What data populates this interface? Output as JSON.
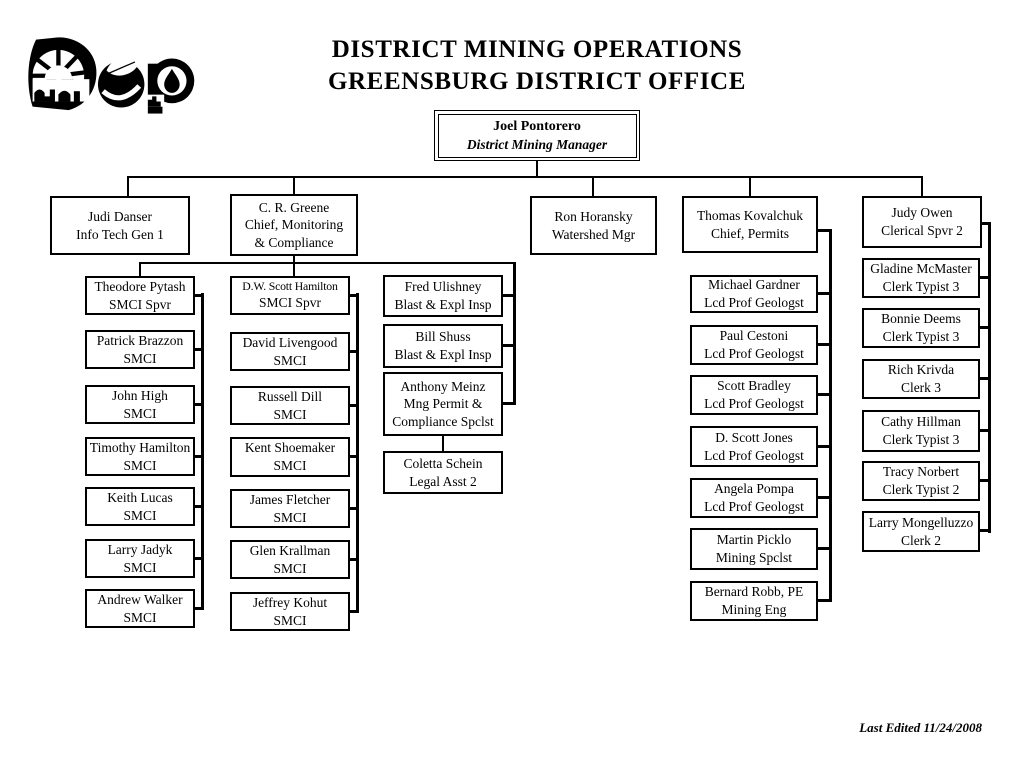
{
  "logo": {
    "text": "Dep"
  },
  "header": {
    "title_line1": "DISTRICT MINING OPERATIONS",
    "title_line2": "GREENSBURG DISTRICT OFFICE"
  },
  "footer": {
    "last_edited": "Last Edited 11/24/2008"
  },
  "root": {
    "name": "Joel Pontorero",
    "title": "District Mining Manager"
  },
  "level2": [
    {
      "name": "Judi Danser",
      "title": "Info Tech Gen 1"
    },
    {
      "name": "C. R. Greene",
      "title": "Chief, Monitoring\n& Compliance"
    },
    {
      "name": "Ron Horansky",
      "title": "Watershed Mgr"
    },
    {
      "name": "Thomas Kovalchuk",
      "title": "Chief, Permits"
    },
    {
      "name": "Judy Owen",
      "title": "Clerical Spvr 2"
    }
  ],
  "greene_col1": [
    {
      "name": "Theodore Pytash",
      "title": "SMCI Spvr"
    },
    {
      "name": "Patrick Brazzon",
      "title": "SMCI"
    },
    {
      "name": "John High",
      "title": "SMCI"
    },
    {
      "name": "Timothy Hamilton",
      "title": "SMCI"
    },
    {
      "name": "Keith Lucas",
      "title": "SMCI"
    },
    {
      "name": "Larry Jadyk",
      "title": "SMCI"
    },
    {
      "name": "Andrew Walker",
      "title": "SMCI"
    }
  ],
  "greene_col2": [
    {
      "name": "D.W. Scott Hamilton",
      "title": "SMCI Spvr"
    },
    {
      "name": "David Livengood",
      "title": "SMCI"
    },
    {
      "name": "Russell Dill",
      "title": "SMCI"
    },
    {
      "name": "Kent Shoemaker",
      "title": "SMCI"
    },
    {
      "name": "James Fletcher",
      "title": "SMCI"
    },
    {
      "name": "Glen Krallman",
      "title": "SMCI"
    },
    {
      "name": "Jeffrey Kohut",
      "title": "SMCI"
    }
  ],
  "greene_col3": [
    {
      "name": "Fred Ulishney",
      "title": "Blast & Expl Insp"
    },
    {
      "name": "Bill Shuss",
      "title": "Blast & Expl Insp"
    },
    {
      "name": "Anthony Meinz",
      "title": "Mng Permit &\nCompliance Spclst"
    },
    {
      "name": "Coletta Schein",
      "title": "Legal Asst 2"
    }
  ],
  "kovalchuk_reports": [
    {
      "name": "Michael Gardner",
      "title": "Lcd Prof Geologst"
    },
    {
      "name": "Paul Cestoni",
      "title": "Lcd Prof Geologst"
    },
    {
      "name": "Scott Bradley",
      "title": "Lcd Prof Geologst"
    },
    {
      "name": "D. Scott Jones",
      "title": "Lcd Prof Geologst"
    },
    {
      "name": "Angela Pompa",
      "title": "Lcd Prof Geologst"
    },
    {
      "name": "Martin Picklo",
      "title": "Mining Spclst"
    },
    {
      "name": "Bernard Robb, PE",
      "title": "Mining Eng"
    }
  ],
  "owen_reports": [
    {
      "name": "Gladine McMaster",
      "title": "Clerk Typist 3"
    },
    {
      "name": "Bonnie Deems",
      "title": "Clerk Typist 3"
    },
    {
      "name": "Rich Krivda",
      "title": "Clerk 3"
    },
    {
      "name": "Cathy Hillman",
      "title": "Clerk Typist 3"
    },
    {
      "name": "Tracy Norbert",
      "title": "Clerk Typist 2"
    },
    {
      "name": "Larry Mongelluzzo",
      "title": "Clerk 2"
    }
  ]
}
